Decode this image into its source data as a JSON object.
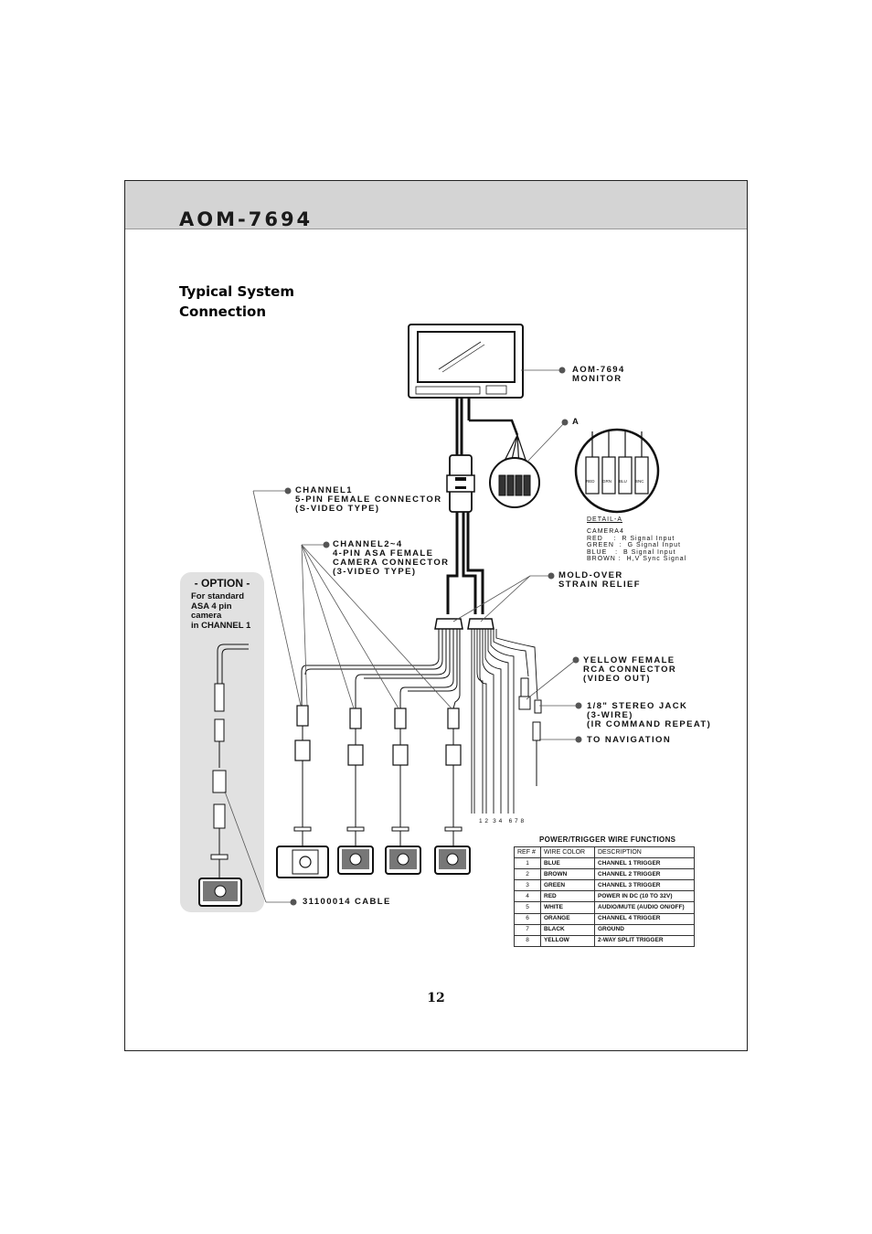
{
  "header": {
    "model_title": "AOM-7694"
  },
  "section": {
    "title_line1": "Typical System",
    "title_line2": "Connection"
  },
  "labels": {
    "monitor": "AOM-7694\nMONITOR",
    "detail_a": "A",
    "channel1": "CHANNEL1\n5-PIN FEMALE CONNECTOR\n(S-VIDEO TYPE)",
    "channel2_4": "CHANNEL2~4\n4-PIN ASA FEMALE\nCAMERA CONNECTOR\n(3-VIDEO TYPE)",
    "mold_over": "MOLD-OVER\nSTRAIN RELIEF",
    "yellow_rca": "YELLOW FEMALE\nRCA CONNECTOR\n(VIDEO OUT)",
    "stereo_jack": "1/8\" STEREO JACK\n(3-WIRE)\n(IR COMMAND REPEAT)",
    "navigation": "TO NAVIGATION",
    "cable": "31100014 CABLE",
    "pin_numbers": "1 2  3 4   6 7 8"
  },
  "detail": {
    "title": "DETAIL-A",
    "text": "CAMERA4\nRED    :  R Signal Input\nGREEN  :  G Signal Input\nBLUE   :  B Signal Input\nBROWN :  H,V Sync Signal",
    "rca_labels": [
      "RED",
      "GRN",
      "BLU",
      "SNC"
    ]
  },
  "option": {
    "title": "- OPTION -",
    "text": "For standard\nASA 4 pin\ncamera\nin CHANNEL 1"
  },
  "wire_table": {
    "title": "POWER/TRIGGER WIRE FUNCTIONS",
    "headers": [
      "REF #",
      "WIRE COLOR",
      "DESCRIPTION"
    ],
    "rows": [
      {
        "ref": "1",
        "color": "BLUE",
        "desc": "CHANNEL 1 TRIGGER"
      },
      {
        "ref": "2",
        "color": "BROWN",
        "desc": "CHANNEL 2 TRIGGER"
      },
      {
        "ref": "3",
        "color": "GREEN",
        "desc": "CHANNEL 3 TRIGGER"
      },
      {
        "ref": "4",
        "color": "RED",
        "desc": "POWER IN DC (10 TO 32V)"
      },
      {
        "ref": "5",
        "color": "WHITE",
        "desc": "AUDIO/MUTE (AUDIO ON/OFF)"
      },
      {
        "ref": "6",
        "color": "ORANGE",
        "desc": "CHANNEL 4  TRIGGER"
      },
      {
        "ref": "7",
        "color": "BLACK",
        "desc": "GROUND"
      },
      {
        "ref": "8",
        "color": "YELLOW",
        "desc": "2-WAY SPLIT TRIGGER"
      }
    ]
  },
  "page": {
    "number": "12"
  }
}
